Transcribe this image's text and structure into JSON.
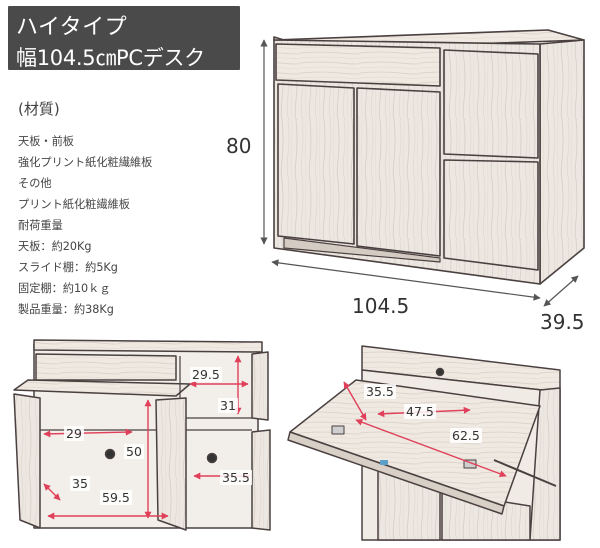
{
  "title": {
    "line1": "ハイタイプ",
    "line2": "幅104.5㎝PCデスク"
  },
  "materials": {
    "heading": "(材質)",
    "lines": [
      "天板・前板",
      "強化プリント紙化粧繊維板",
      "その他",
      "プリント紙化粧繊維板",
      "耐荷重量",
      "天板：約20Kg",
      "スライド棚：約5Kg",
      "固定棚：約10ｋｇ",
      "製品重量：約38Kg"
    ]
  },
  "dimensions": {
    "height": "80",
    "width": "104.5",
    "depth": "39.5"
  },
  "inner_left": {
    "a": "29.5",
    "b": "31",
    "c": "29",
    "d": "50",
    "e": "35",
    "f": "59.5",
    "g": "35.5"
  },
  "inner_right": {
    "a": "35.5",
    "b": "47.5",
    "c": "62.5"
  },
  "colors": {
    "title_bg": "#4a4a4a",
    "dimension_red": "#e0405a",
    "wood": "#ece7e1",
    "outline": "#4a4040"
  }
}
